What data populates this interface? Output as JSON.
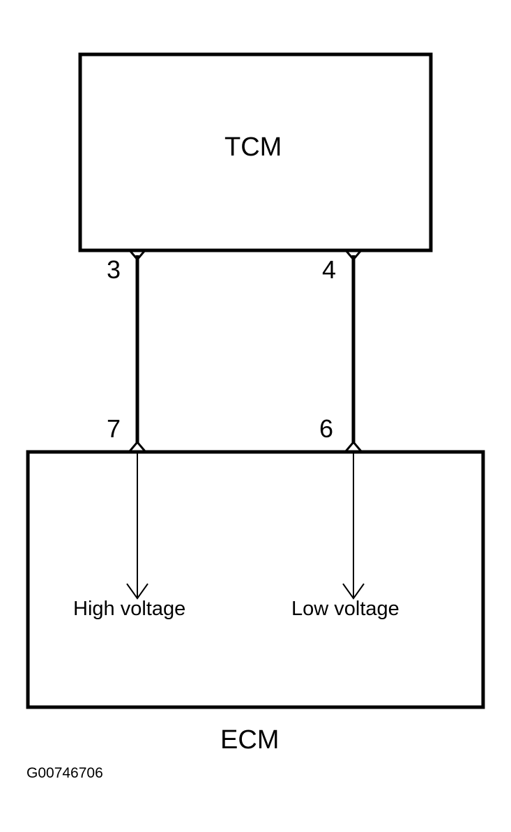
{
  "diagram": {
    "tcm_label": "TCM",
    "ecm_label": "ECM",
    "pins": {
      "tcm_left": "3",
      "tcm_right": "4",
      "ecm_left": "7",
      "ecm_right": "6"
    },
    "signals": {
      "left": "High voltage",
      "right": "Low voltage"
    },
    "figure_id": "G00746706"
  },
  "colors": {
    "line": "#000000",
    "background": "#ffffff"
  }
}
